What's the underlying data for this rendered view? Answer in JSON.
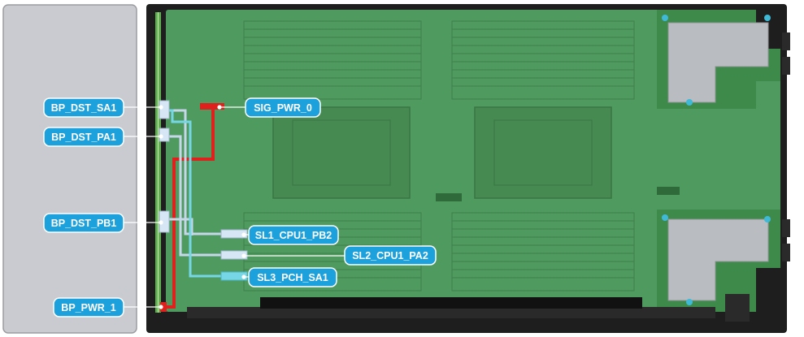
{
  "labels": {
    "bp_dst_sa1": "BP_DST_SA1",
    "bp_dst_pa1": "BP_DST_PA1",
    "bp_dst_pb1": "BP_DST_PB1",
    "bp_pwr_1": "BP_PWR_1",
    "sig_pwr_0": "SIG_PWR_0",
    "sl1_cpu1_pb2": "SL1_CPU1_PB2",
    "sl2_cpu1_pa2": "SL2_CPU1_PA2",
    "sl3_pch_sa1": "SL3_PCH_SA1"
  },
  "colors": {
    "callout_fill": "#1da1dc",
    "callout_border": "#ffffff",
    "board_green": "#4f9a5e",
    "backplane_gray": "#c9cbd0",
    "power_cable": "#e0201c",
    "data_cable": "#c7d7ea",
    "cyan_cable": "#77d6e6",
    "dot": "#3fb9d6",
    "enclosure": "#1e1e1e"
  }
}
